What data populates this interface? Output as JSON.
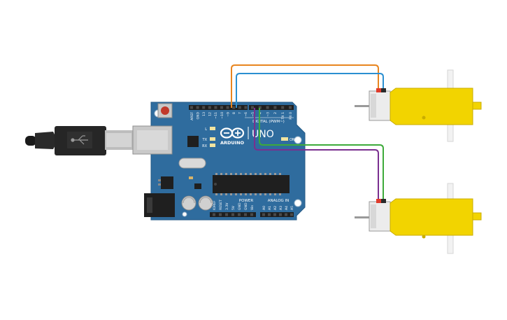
{
  "board": {
    "brand": "ARDUINO",
    "model": "UNO",
    "digital_header_label": "DIGITAL (PWM~)",
    "analog_header_label": "ANALOG IN",
    "power_header_label": "POWER",
    "led_l": "L",
    "led_tx": "TX",
    "led_rx": "RX",
    "led_on": "ON",
    "top_pin_labels": [
      "AREF",
      "GND",
      "13",
      "12",
      "~11",
      "~10",
      "~9",
      "8",
      "7",
      "~6",
      "~5",
      "4",
      "~3",
      "2",
      "TX 1",
      "RX 0"
    ],
    "power_pin_labels": [
      "IOREF",
      "RESET",
      "3.3V",
      "5V",
      "GND",
      "GND",
      "Vin"
    ],
    "analog_pin_labels": [
      "A0",
      "A1",
      "A2",
      "A3",
      "A4",
      "A5"
    ]
  },
  "components": {
    "usb_cable": "usb-cable",
    "motor_top": "dc-gear-motor",
    "motor_bottom": "dc-gear-motor"
  },
  "wire_colors": {
    "orange": "#e8851f",
    "blue": "#2b8fd1",
    "purple": "#7a2f8f",
    "green": "#3daa3a",
    "board": "#2f6c9e",
    "motor_yellow": "#f2d400"
  }
}
